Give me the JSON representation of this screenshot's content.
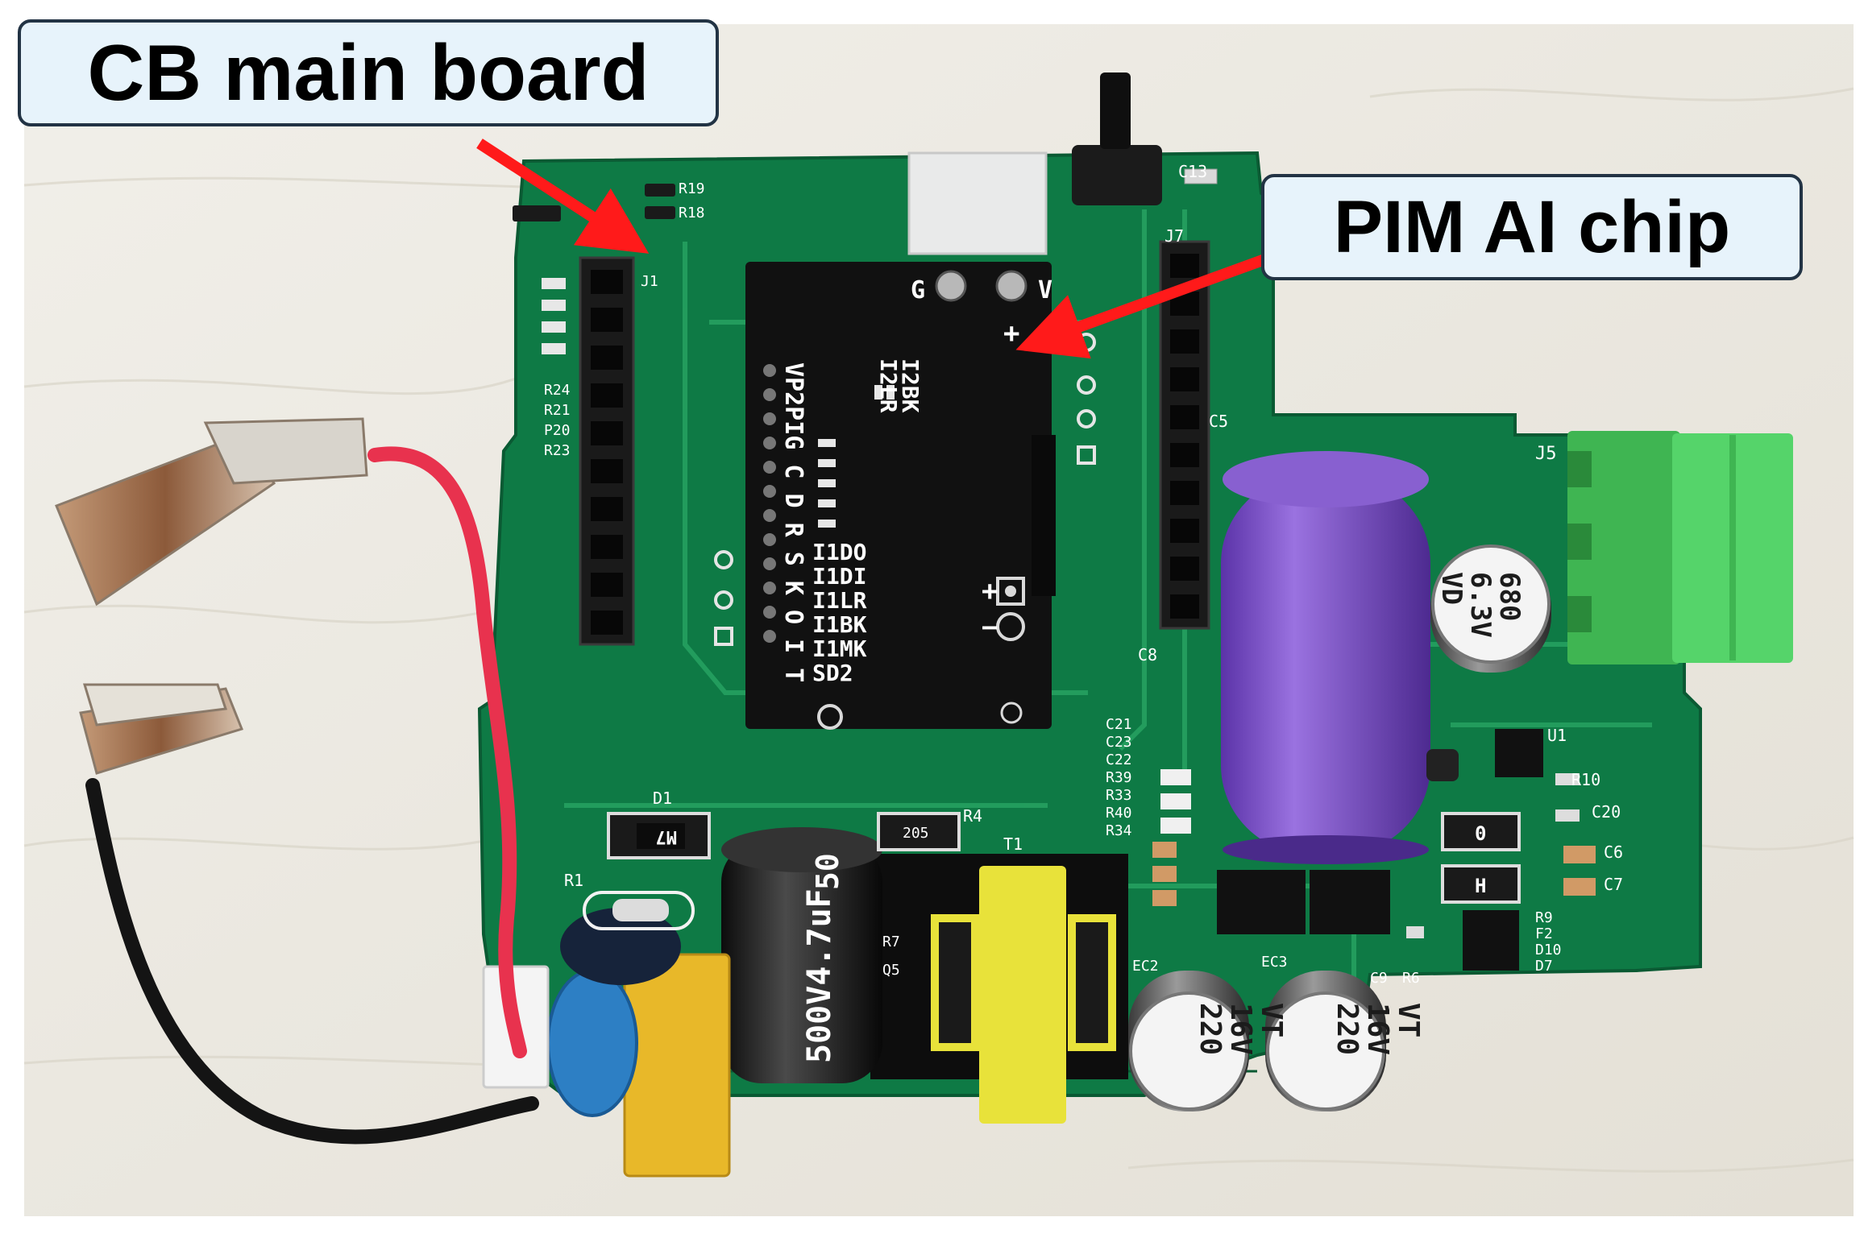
{
  "callouts": {
    "cb_label": "CB main board",
    "pim_label": "PIM AI chip"
  },
  "colors": {
    "background": "#ece9e2",
    "pcb": "#0e7a45",
    "module": "#111111",
    "arrow": "#ff1a1a",
    "capacitor_purple": "#7a4ec9",
    "terminal_block": "#45c95a",
    "x_capacitor": "#e8b829",
    "transformer_bobbin": "#e8e23a",
    "callout_fill": "#e7f3fb",
    "callout_border": "#223344"
  },
  "module_silkscreen": {
    "pins_top": "G",
    "pins_top_right": "V",
    "top_labels": [
      "I2BK",
      "I2LR"
    ],
    "left_column": "VP2PIG C D R S K O I T",
    "pin_labels": [
      "I1DO",
      "I1DI",
      "I1LR",
      "I1BK",
      "I1MK",
      "SD2"
    ]
  },
  "board_silkscreen": {
    "refs_top_left": [
      "R19",
      "R18"
    ],
    "header_left": "J1",
    "resistors_left": [
      "R24",
      "R21",
      "P20",
      "R23"
    ],
    "top_right": "C13",
    "header_right": "J7",
    "right_labels": [
      "J5",
      "C8",
      "C5"
    ],
    "cap_stack": [
      "C21",
      "C23",
      "C22",
      "R39",
      "R33",
      "R40",
      "R34"
    ],
    "lower_refs": [
      "D1",
      "R1",
      "R4",
      "T1",
      "R7",
      "Q5"
    ],
    "ec_labels": [
      "EC2",
      "EC3",
      "C9",
      "R6"
    ],
    "right_refs": [
      "R10",
      "C20",
      "C6",
      "C7",
      "R9",
      "F2",
      "D10",
      "D7",
      "U1"
    ],
    "diode_marking": "M7",
    "resistor_marking": "205",
    "bulk_cap_marking": "500V4.7uF",
    "hv_cap_marking": "50",
    "electrolytic_markings": [
      "220\n16V\nVT",
      "220\n16V\nVT"
    ],
    "small_cap_marking": "680\n6.3V\nVD",
    "ic_marks": [
      "0",
      "H"
    ]
  }
}
